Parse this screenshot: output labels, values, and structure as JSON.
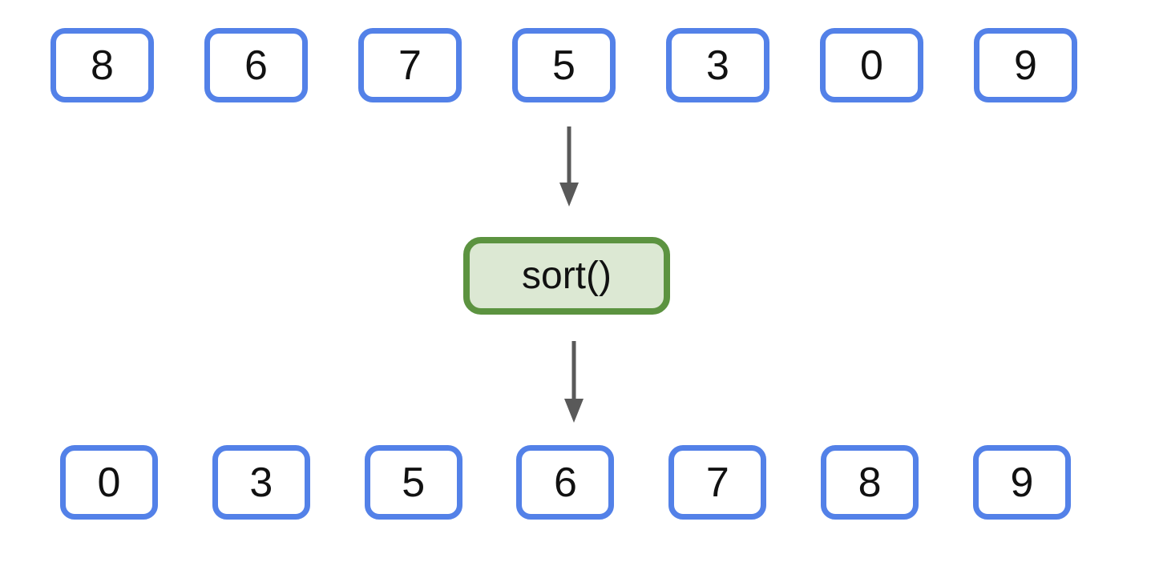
{
  "input_row": {
    "values": [
      "8",
      "6",
      "7",
      "5",
      "3",
      "0",
      "9"
    ]
  },
  "operation": {
    "label": "sort()"
  },
  "output_row": {
    "values": [
      "0",
      "3",
      "5",
      "6",
      "7",
      "8",
      "9"
    ]
  },
  "icons": {
    "flow_arrow_top": "down-arrow-icon",
    "flow_arrow_bottom": "down-arrow-icon"
  },
  "colors": {
    "background": "#ffffff",
    "box_border": "#5381e8",
    "box_fill": "#ffffff",
    "operation_border": "#5c9340",
    "operation_fill": "#dce8d3",
    "arrow": "#595959",
    "text": "#111111"
  }
}
